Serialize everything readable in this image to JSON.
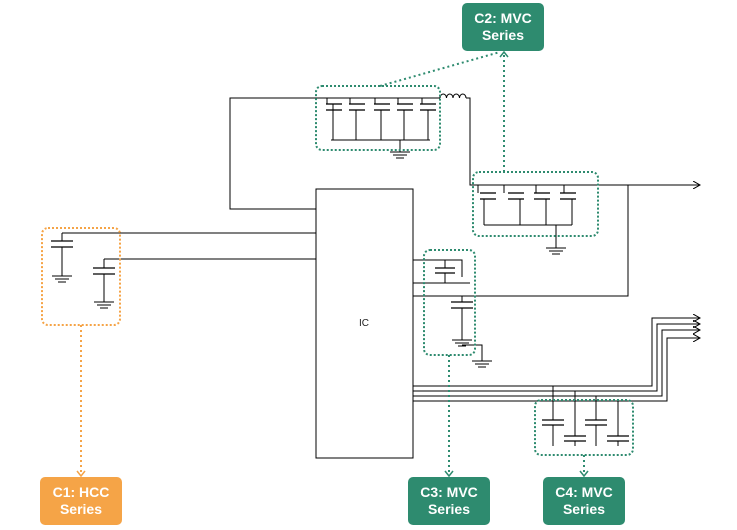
{
  "ic": {
    "label": "IC"
  },
  "labels": {
    "c1": "C1: HCC\nSeries",
    "c2": "C2: MVC\nSeries",
    "c3": "C3: MVC\nSeries",
    "c4": "C4: MVC\nSeries"
  },
  "colors": {
    "hcc": "#f5a447",
    "mvc": "#2e8b6f",
    "wire": "#000000"
  }
}
